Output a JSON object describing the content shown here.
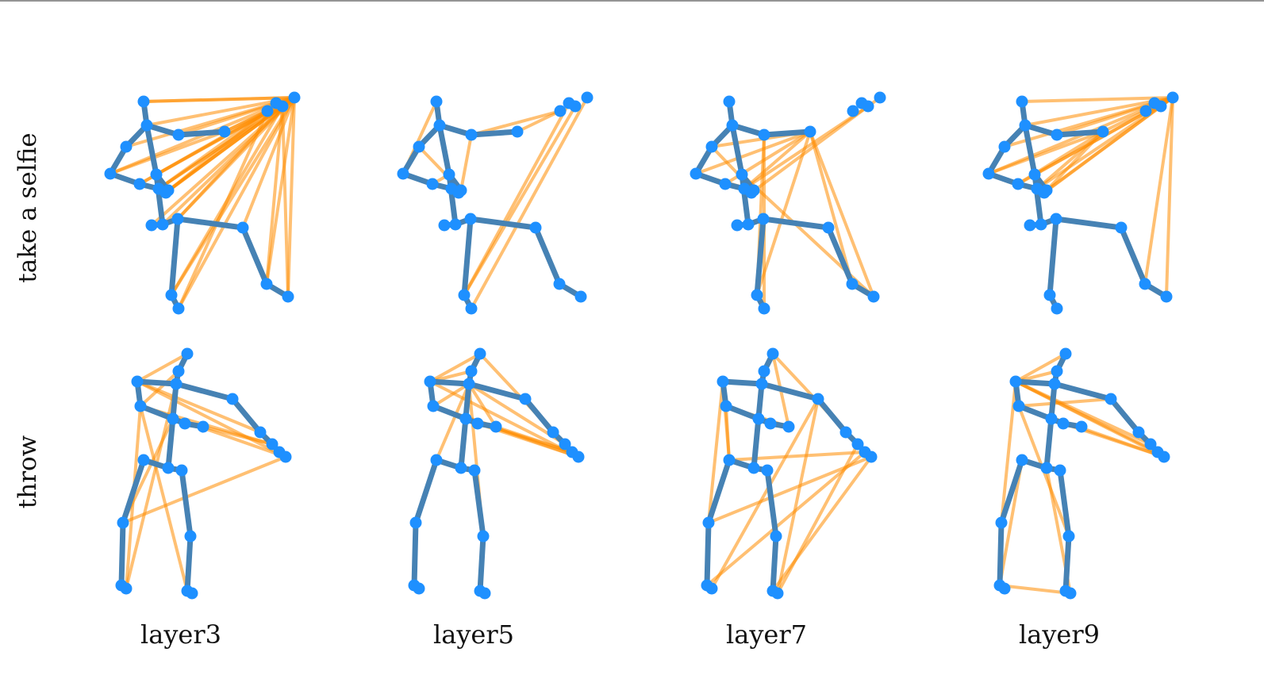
{
  "row_labels": [
    "take a selfie",
    "throw"
  ],
  "column_labels": [
    "layer3",
    "layer5",
    "layer7",
    "layer9"
  ],
  "colors": {
    "skeleton_bone": "#4682b4",
    "joint": "#1e90ff",
    "attention_edge": "#ff8c00",
    "background": "#ffffff"
  }
}
